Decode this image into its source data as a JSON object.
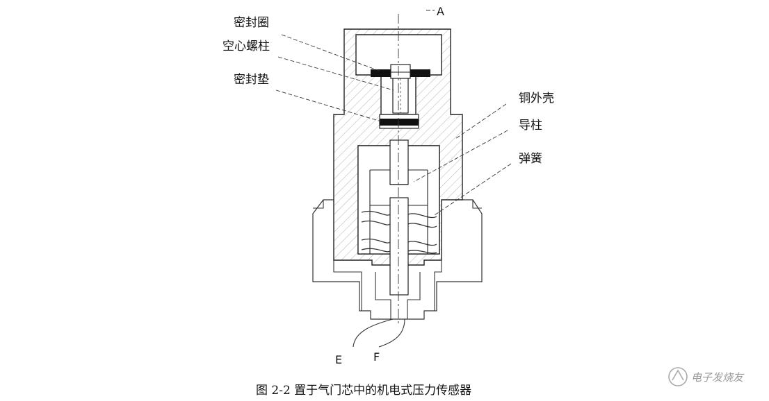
{
  "labels": {
    "seal_ring": "密封圈",
    "hollow_bolt": "空心螺柱",
    "seal_gasket": "密封垫",
    "copper_shell": "铜外壳",
    "guide_post": "导柱",
    "spring": "弹簧"
  },
  "terminals": {
    "a": "A",
    "e": "E",
    "f": "F"
  },
  "caption": "图 2-2   置于气门芯中的机电式压力传感器",
  "watermark": "电子发烧友",
  "colors": {
    "line": "#222222",
    "hatch": "#9a9a9a",
    "fill": "#111111"
  }
}
